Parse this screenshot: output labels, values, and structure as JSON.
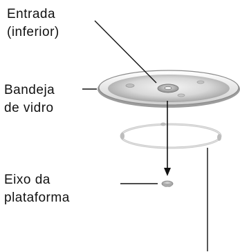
{
  "labels": {
    "entrada": [
      "Entrada",
      "(inferior)"
    ],
    "bandeja": [
      "Bandeja",
      "de vidro"
    ],
    "eixo": [
      "Eixo da",
      "plataforma"
    ]
  },
  "colors": {
    "line": "#111111",
    "plate_dark": "#8a8a8a",
    "plate_mid": "#c8c8c8",
    "plate_light": "#f2f2f2",
    "ring": "#bdbdbd"
  }
}
